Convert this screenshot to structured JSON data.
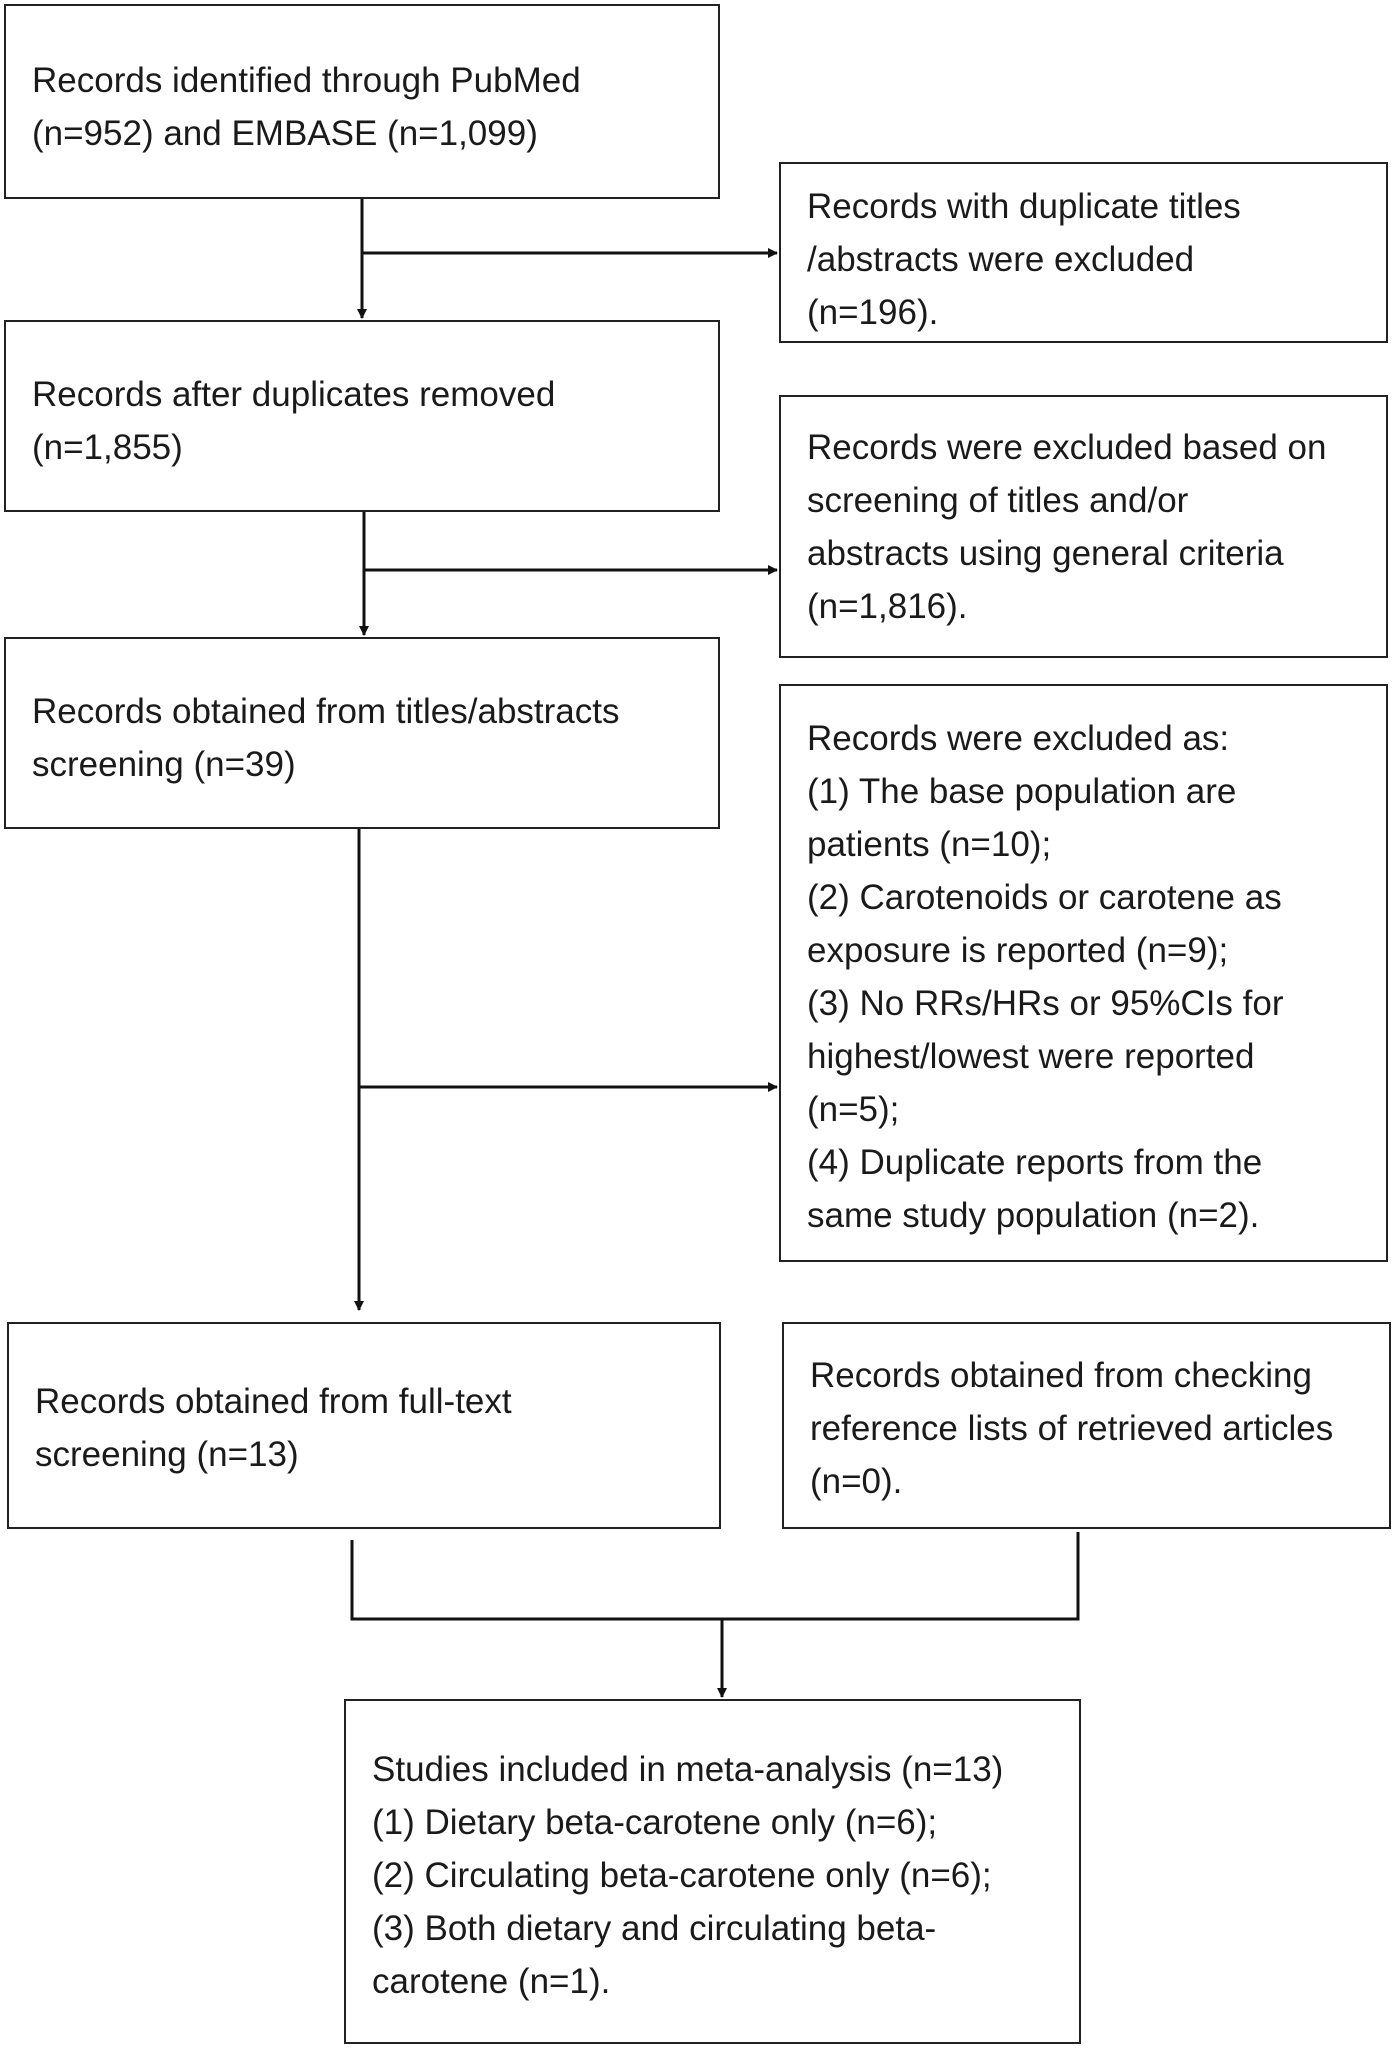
{
  "flow": {
    "identified": [
      "Records identified through PubMed",
      "(n=952) and EMBASE (n=1,099)"
    ],
    "after_duplicates": [
      "Records after duplicates removed",
      "(n=1,855)"
    ],
    "title_screening": [
      "Records obtained from titles/abstracts",
      "screening (n=39)"
    ],
    "fulltext_screening": [
      "Records obtained from full-text",
      "screening (n=13)"
    ],
    "included": [
      "Studies included in meta-analysis (n=13)",
      "(1) Dietary beta-carotene only (n=6);",
      "(2) Circulating beta-carotene only (n=6);",
      "(3) Both dietary and circulating beta-",
      "carotene (n=1)."
    ]
  },
  "excluded": {
    "duplicates": [
      "Records with duplicate titles",
      "/abstracts were excluded",
      "(n=196)."
    ],
    "general_criteria": [
      "Records were excluded based on",
      "screening of titles and/or",
      "abstracts using general criteria",
      "(n=1,816)."
    ],
    "fulltext_reasons": [
      "Records were excluded as:",
      "(1) The base population are",
      "patients (n=10);",
      "(2) Carotenoids or carotene as",
      "exposure is reported (n=9);",
      "(3) No RRs/HRs or 95%CIs for",
      "highest/lowest were reported",
      "(n=5);",
      "(4) Duplicate reports from the",
      "same study population (n=2)."
    ],
    "reference_lists": [
      "Records obtained from checking",
      "reference lists of retrieved articles",
      "(n=0)."
    ]
  }
}
